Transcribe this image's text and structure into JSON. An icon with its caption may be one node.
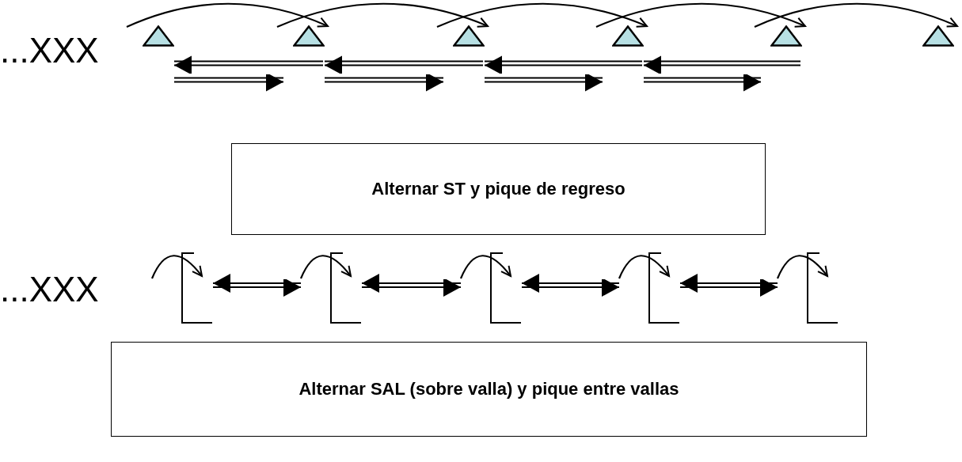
{
  "diagram": {
    "nodes": [
      {
        "text": [],
        "shape": "triangle"
      },
      {
        "text": [],
        "shape": "triangle"
      },
      {
        "text": [],
        "shape": "triangle"
      },
      {
        "text": [],
        "shape": "triangle"
      },
      {
        "text": [],
        "shape": "triangle"
      },
      {
        "text": [],
        "shape": "triangle"
      },
      {
        "text": [
          "Alternar ST y pique de regreso"
        ]
      },
      {
        "text": [],
        "shape": "bracket"
      },
      {
        "text": [],
        "shape": "bracket"
      },
      {
        "text": [],
        "shape": "bracket"
      },
      {
        "text": [],
        "shape": "bracket"
      },
      {
        "text": [],
        "shape": "bracket"
      },
      {
        "text": [
          "Alternar SAL (sobre valla) y pique entre vallas"
        ]
      }
    ],
    "edges": [
      {
        "from": 0,
        "to": 1,
        "arrow": "to"
      },
      {
        "from": 1,
        "to": 2,
        "arrow": "to"
      },
      {
        "from": 2,
        "to": 3,
        "arrow": "to"
      },
      {
        "from": 3,
        "to": 4,
        "arrow": "to"
      },
      {
        "from": 4,
        "to": 5,
        "arrow": "to"
      },
      {
        "from": 1,
        "to": 0,
        "arrow": "to"
      },
      {
        "from": 0,
        "to": 1,
        "arrow": "to"
      },
      {
        "from": 2,
        "to": 1,
        "arrow": "to"
      },
      {
        "from": 1,
        "to": 2,
        "arrow": "to"
      },
      {
        "from": 3,
        "to": 2,
        "arrow": "to"
      },
      {
        "from": 2,
        "to": 3,
        "arrow": "to"
      },
      {
        "from": 4,
        "to": 3,
        "arrow": "to"
      },
      {
        "from": 3,
        "to": 4,
        "arrow": "to"
      },
      {
        "from": null,
        "to": 7,
        "arrow": "to"
      },
      {
        "from": null,
        "to": 8,
        "arrow": "to"
      },
      {
        "from": null,
        "to": 9,
        "arrow": "to"
      },
      {
        "from": null,
        "to": 10,
        "arrow": "to"
      },
      {
        "from": null,
        "to": 11,
        "arrow": "to"
      },
      {
        "from": 7,
        "to": 8,
        "arrow": "both"
      },
      {
        "from": 8,
        "to": 9,
        "arrow": "both"
      },
      {
        "from": 9,
        "to": 10,
        "arrow": "both"
      },
      {
        "from": 10,
        "to": 11,
        "arrow": "both"
      }
    ],
    "labels": [
      "...XXX",
      "...XXX"
    ]
  }
}
